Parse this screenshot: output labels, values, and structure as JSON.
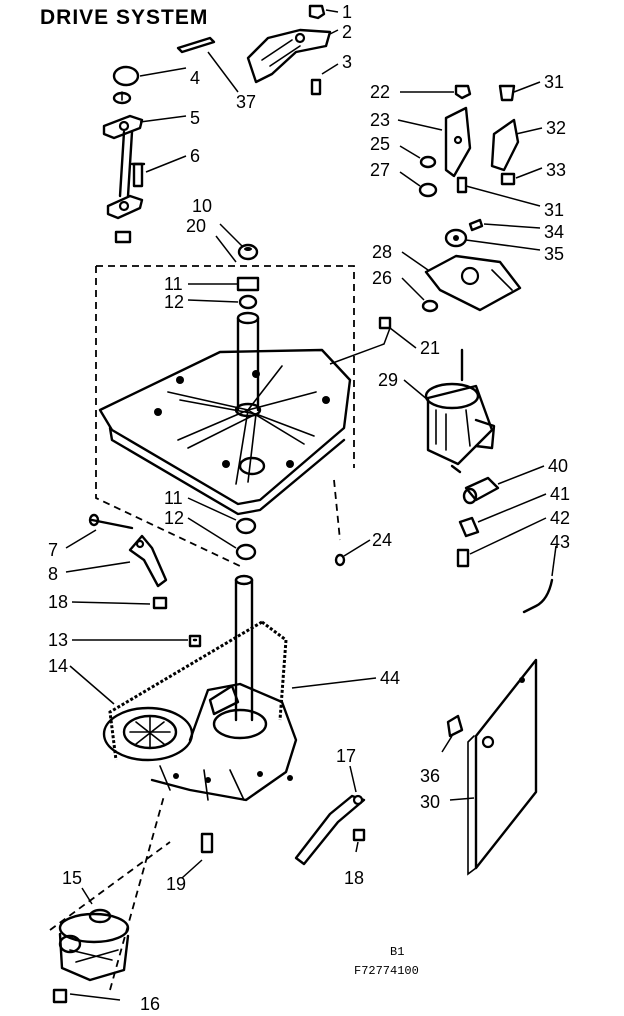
{
  "title": "DRIVE SYSTEM",
  "footer": {
    "line1": "B1",
    "line2": "F72774100"
  },
  "callouts": {
    "c1": "1",
    "c2": "2",
    "c3": "3",
    "c4": "4",
    "c5": "5",
    "c6": "6",
    "c7": "7",
    "c8": "8",
    "c10": "10",
    "c11a": "11",
    "c11b": "11",
    "c12a": "12",
    "c12b": "12",
    "c13": "13",
    "c14": "14",
    "c15": "15",
    "c16": "16",
    "c17": "17",
    "c18a": "18",
    "c18b": "18",
    "c19": "19",
    "c20": "20",
    "c21": "21",
    "c22": "22",
    "c23": "23",
    "c24": "24",
    "c25": "25",
    "c26": "26",
    "c27": "27",
    "c28": "28",
    "c29": "29",
    "c30": "30",
    "c31a": "31",
    "c31b": "31",
    "c32": "32",
    "c33": "33",
    "c34": "34",
    "c35": "35",
    "c36": "36",
    "c37": "37",
    "c40": "40",
    "c41": "41",
    "c42": "42",
    "c43": "43",
    "c44": "44"
  }
}
